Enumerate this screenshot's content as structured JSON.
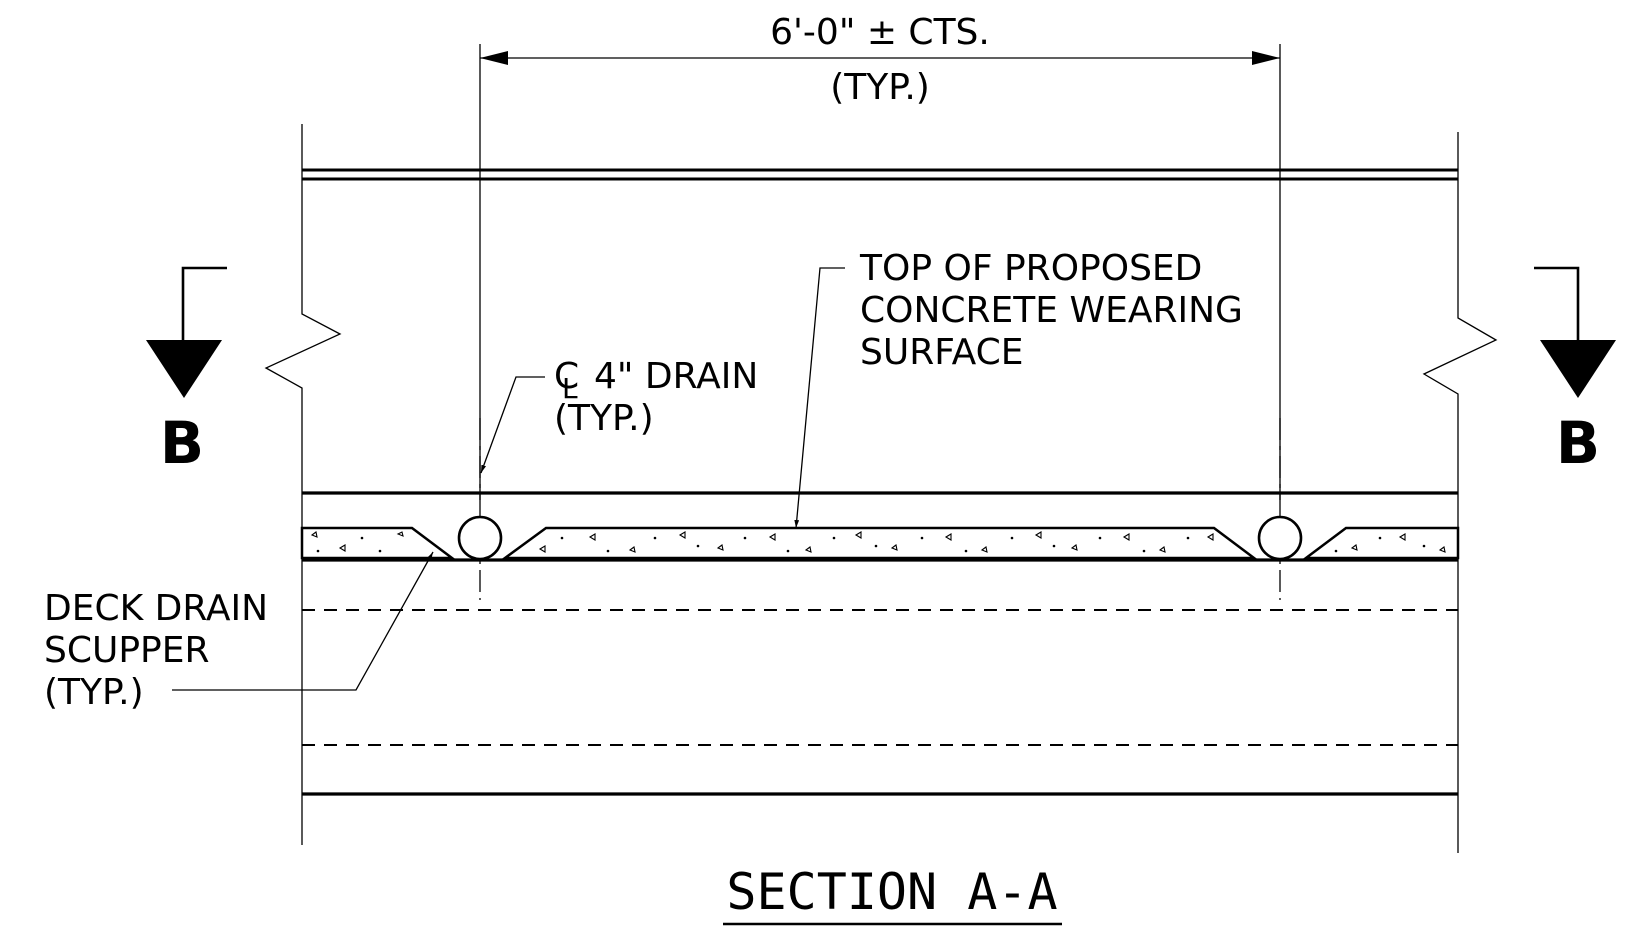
{
  "dimension": {
    "spacing": "6'-0\" ± CTS.",
    "typ": "(TYP.)"
  },
  "labels": {
    "wearing_surface": [
      "TOP OF PROPOSED",
      "CONCRETE WEARING",
      "SURFACE"
    ],
    "drain_symbol": "C",
    "drain_symbol_sub": "L",
    "drain": [
      "4\" DRAIN",
      "(TYP.)"
    ],
    "scupper": [
      "DECK DRAIN",
      "SCUPPER",
      "(TYP.)"
    ]
  },
  "section_markers": {
    "left": "B",
    "right": "B"
  },
  "title": "SECTION A-A"
}
